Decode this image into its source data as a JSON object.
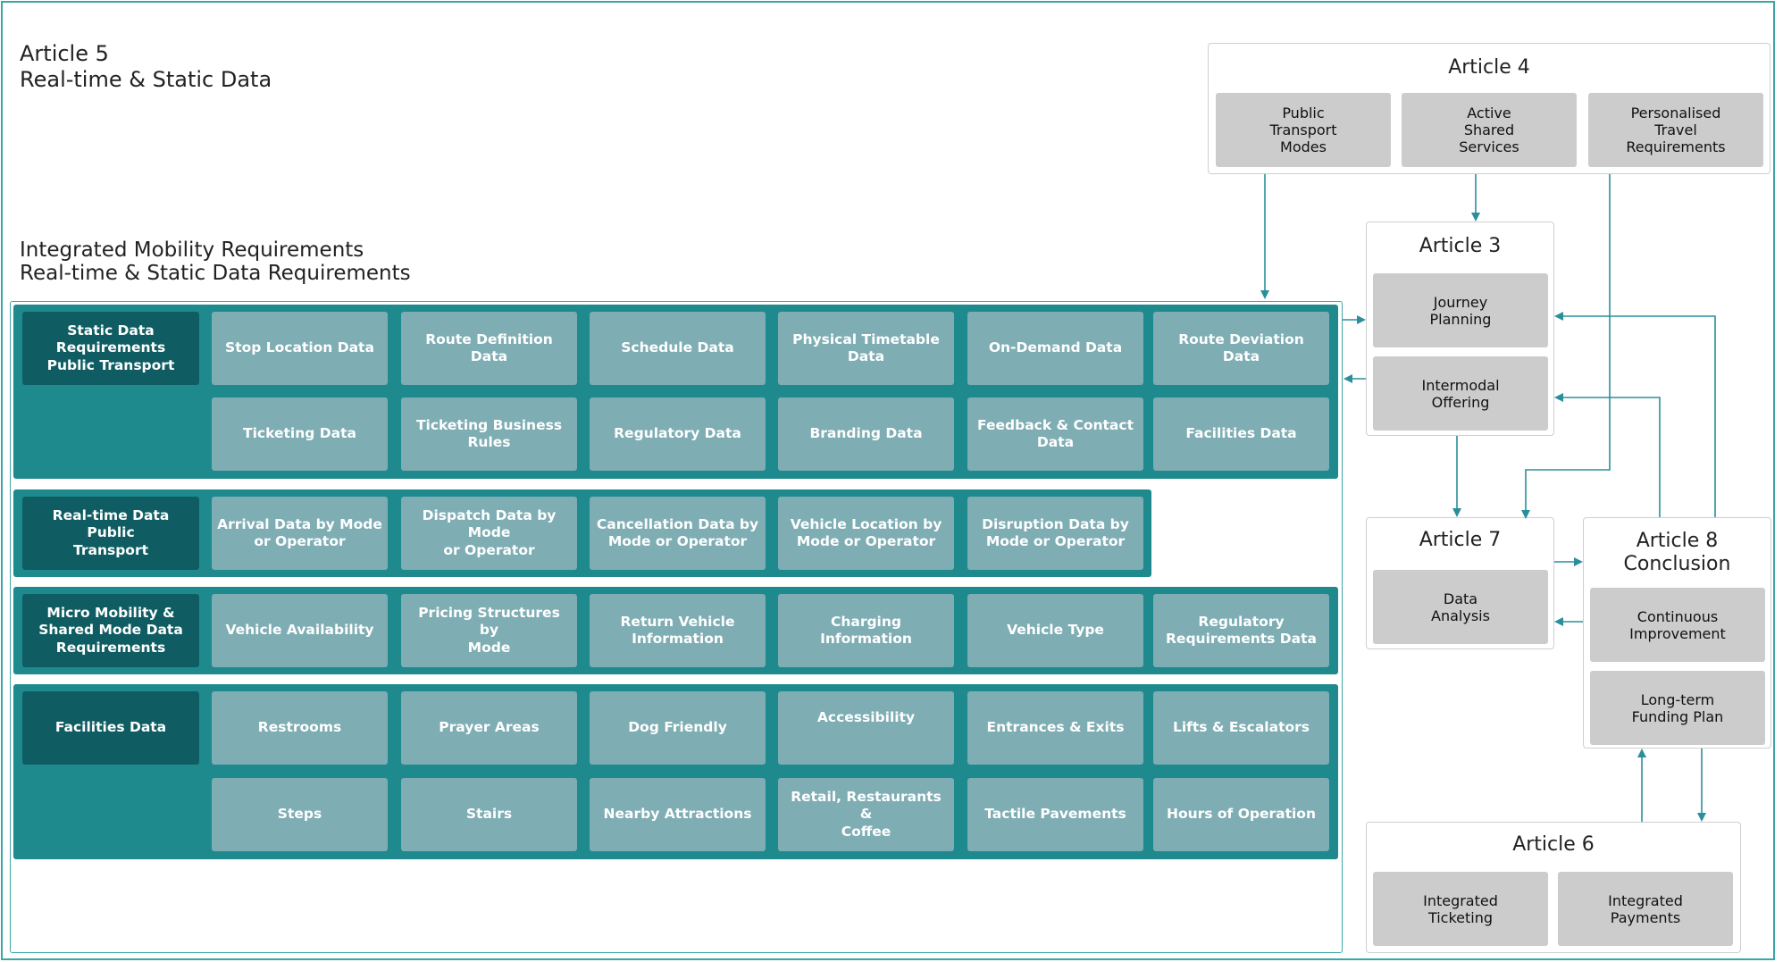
{
  "article5": {
    "title_line1": "Article 5",
    "title_line2": "Real-time & Static Data"
  },
  "requirements": {
    "title_line1": "Integrated Mobility Requirements",
    "title_line2": "Real-time & Static Data Requirements"
  },
  "panels": {
    "static": {
      "header": "Static Data\nRequirements\nPublic Transport",
      "rows": [
        [
          "Stop Location Data",
          "Route Definition Data",
          "Schedule Data",
          "Physical Timetable\nData",
          "On-Demand Data",
          "Route Deviation Data"
        ],
        [
          "Ticketing Data",
          "Ticketing Business\nRules",
          "Regulatory Data",
          "Branding Data",
          "Feedback & Contact\nData",
          "Facilities Data"
        ]
      ]
    },
    "realtime": {
      "header": "Real-time Data Public\nTransport",
      "rows": [
        [
          "Arrival Data by Mode\nor Operator",
          "Dispatch Data by Mode\nor Operator",
          "Cancellation Data by\nMode or Operator",
          "Vehicle Location by\nMode or Operator",
          "Disruption Data by\nMode or Operator"
        ]
      ]
    },
    "micro": {
      "header": "Micro Mobility &\nShared Mode Data\nRequirements",
      "rows": [
        [
          "Vehicle Availability",
          "Pricing Structures by\nMode",
          "Return Vehicle\nInformation",
          "Charging\nInformation",
          "Vehicle Type",
          "Regulatory\nRequirements Data"
        ]
      ]
    },
    "facilities": {
      "header": "Facilities Data",
      "rows": [
        [
          "Restrooms",
          "Prayer Areas",
          "Dog Friendly",
          "Accessibility",
          "Entrances & Exits",
          "Lifts & Escalators"
        ],
        [
          "Steps",
          "Stairs",
          "Nearby Attractions",
          "Retail, Restaurants &\nCoffee",
          "Tactile Pavements",
          "Hours of Operation"
        ]
      ]
    }
  },
  "articles": {
    "a4": {
      "title": "Article 4",
      "items": [
        "Public\nTransport\nModes",
        "Active\nShared\nServices",
        "Personalised\nTravel\nRequirements"
      ]
    },
    "a3": {
      "title": "Article 3",
      "items": [
        "Journey\nPlanning",
        "Intermodal\nOffering"
      ]
    },
    "a7": {
      "title": "Article 7",
      "items": [
        "Data\nAnalysis"
      ]
    },
    "a8": {
      "title": "Article 8\nConclusion",
      "items": [
        "Continuous\nImprovement",
        "Long-term\nFunding Plan"
      ]
    },
    "a6": {
      "title": "Article 6",
      "items": [
        "Integrated\nTicketing",
        "Integrated\nPayments"
      ]
    }
  },
  "colors": {
    "accent": "#3aa6a6",
    "panel": "#1e8a8d",
    "header_cell": "#0f5d63",
    "cell": "#7eadb3",
    "grey_box": "#cccccc",
    "arrow": "#2a8f9a"
  }
}
